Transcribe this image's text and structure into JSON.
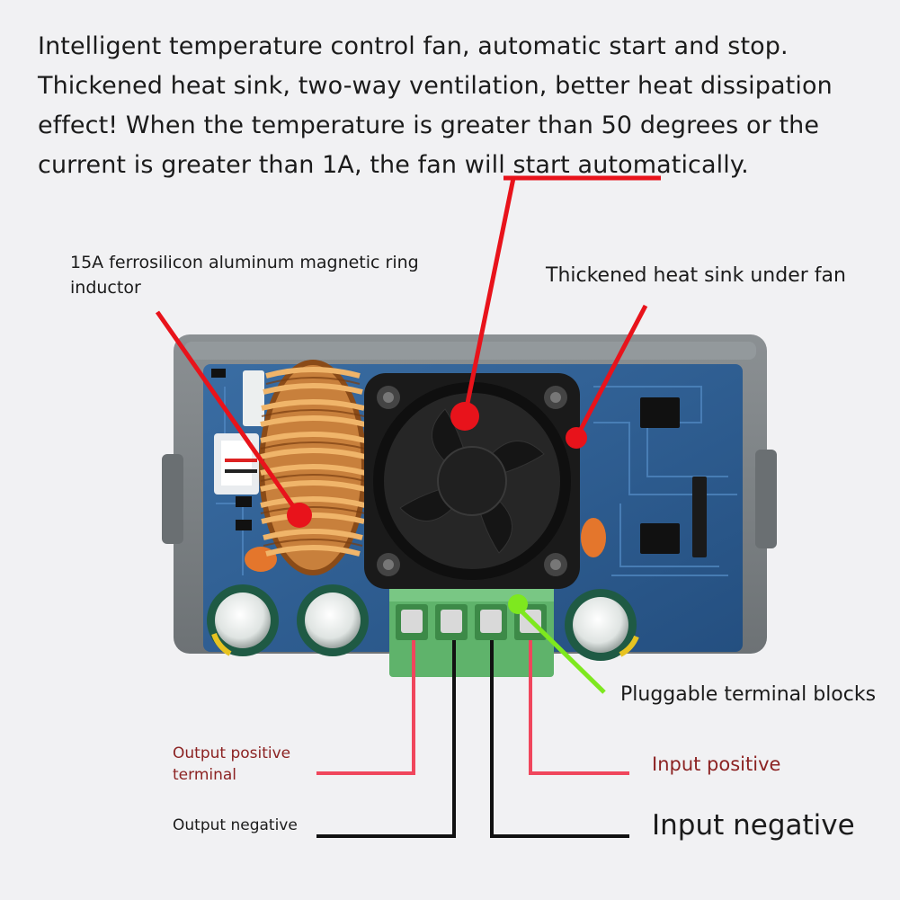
{
  "intro": {
    "text": "Intelligent temperature control fan, automatic start and stop. Thickened heat sink, two-way ventilation, better heat dissipation effect! When the temperature is greater than 50 degrees or the current is greater than 1A, the fan will start automatically."
  },
  "labels": {
    "inductor": "15A ferrosilicon aluminum magnetic ring inductor",
    "heatsink": "Thickened heat sink under fan",
    "terminal_blocks": "Pluggable terminal blocks",
    "output_positive": "Output positive terminal",
    "output_negative": "Output negative",
    "input_positive": "Input positive",
    "input_negative": "Input negative"
  },
  "colors": {
    "pointer_red": "#e8131b",
    "pointer_green": "#7ee81f",
    "wire_positive": "#f0465c",
    "wire_negative": "#111111",
    "label_positive": "#8c2323",
    "pcb_blue": "#2e5f95",
    "housing_gray": "#7e8386",
    "terminal_green": "#5fb36b",
    "copper": "#c8803c"
  }
}
